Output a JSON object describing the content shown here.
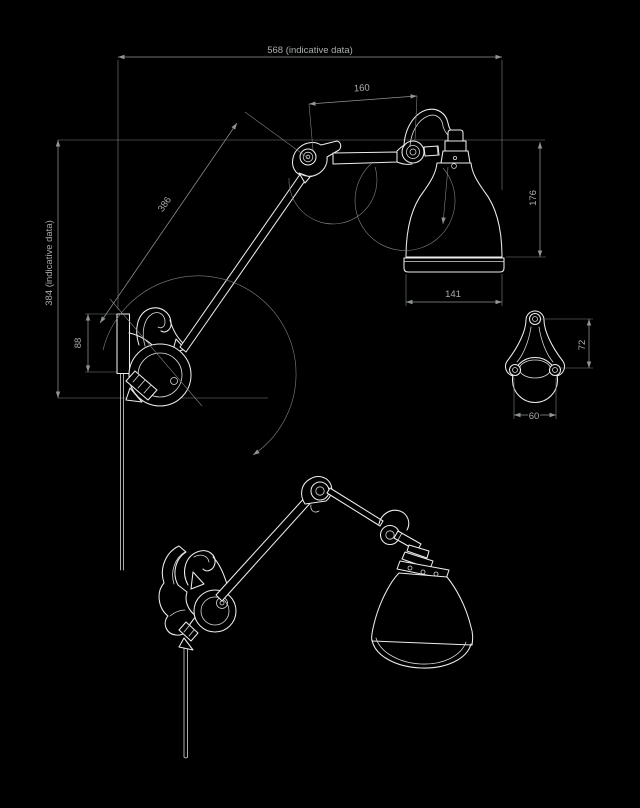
{
  "colors": {
    "background": "#000000",
    "artwork_line": "#ededed",
    "dimension_line": "#8f9496",
    "dimension_text": "#a9adaf"
  },
  "dimensions": {
    "overall_width": "568 (indicative data)",
    "overall_height": "384 (indicative data)",
    "top_arm_length": "160",
    "lamp_head_height": "176",
    "shade_diameter": "141",
    "main_arm_length": "386",
    "wall_bracket_height": "88",
    "wall_plate_detail_height": "72",
    "wall_plate_detail_width": "60"
  }
}
